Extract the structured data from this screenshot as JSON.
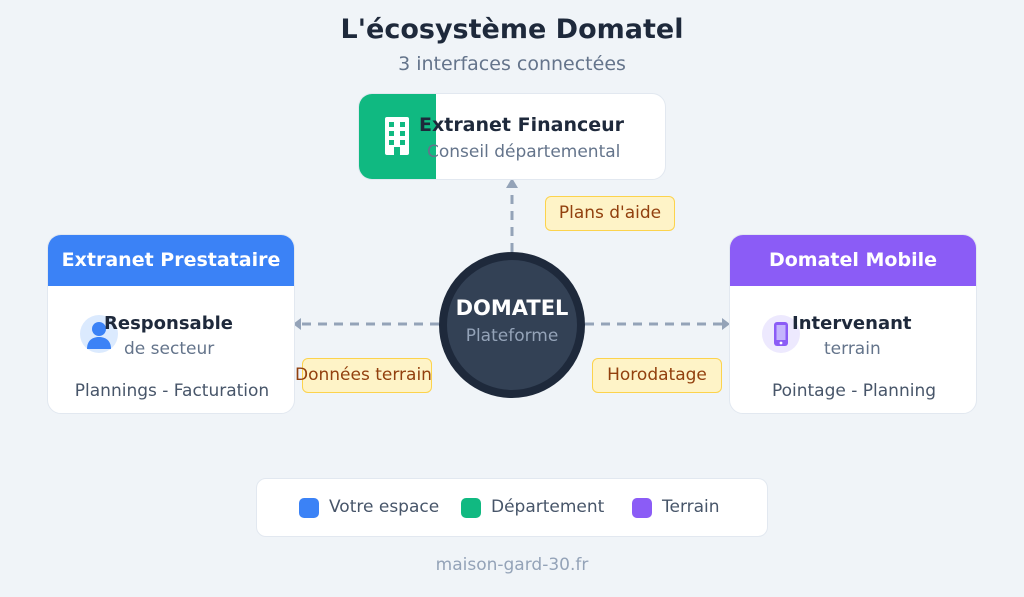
{
  "header": {
    "title": "L'écosystème Domatel",
    "subtitle": "3 interfaces connectées"
  },
  "hub": {
    "name": "DOMATEL",
    "caption": "Plateforme"
  },
  "financeur": {
    "title": "Extranet Financeur",
    "subtitle": "Conseil départemental",
    "icon": "building-icon",
    "color": "#10b981"
  },
  "prestataire": {
    "header": "Extranet Prestataire",
    "role": "Responsable",
    "role_sub": "de secteur",
    "features": "Plannings - Facturation",
    "icon": "user-icon",
    "color": "#3b82f6"
  },
  "mobile": {
    "header": "Domatel Mobile",
    "role": "Intervenant",
    "role_sub": "terrain",
    "features": "Pointage - Planning",
    "icon": "smartphone-icon",
    "color": "#8b5cf6"
  },
  "flows": {
    "top": "Plans d'aide",
    "left": "Données terrain",
    "right": "Horodatage"
  },
  "legend": [
    {
      "label": "Votre espace",
      "color": "#3b82f6"
    },
    {
      "label": "Département",
      "color": "#10b981"
    },
    {
      "label": "Terrain",
      "color": "#8b5cf6"
    }
  ],
  "footer": "maison-gard-30.fr"
}
